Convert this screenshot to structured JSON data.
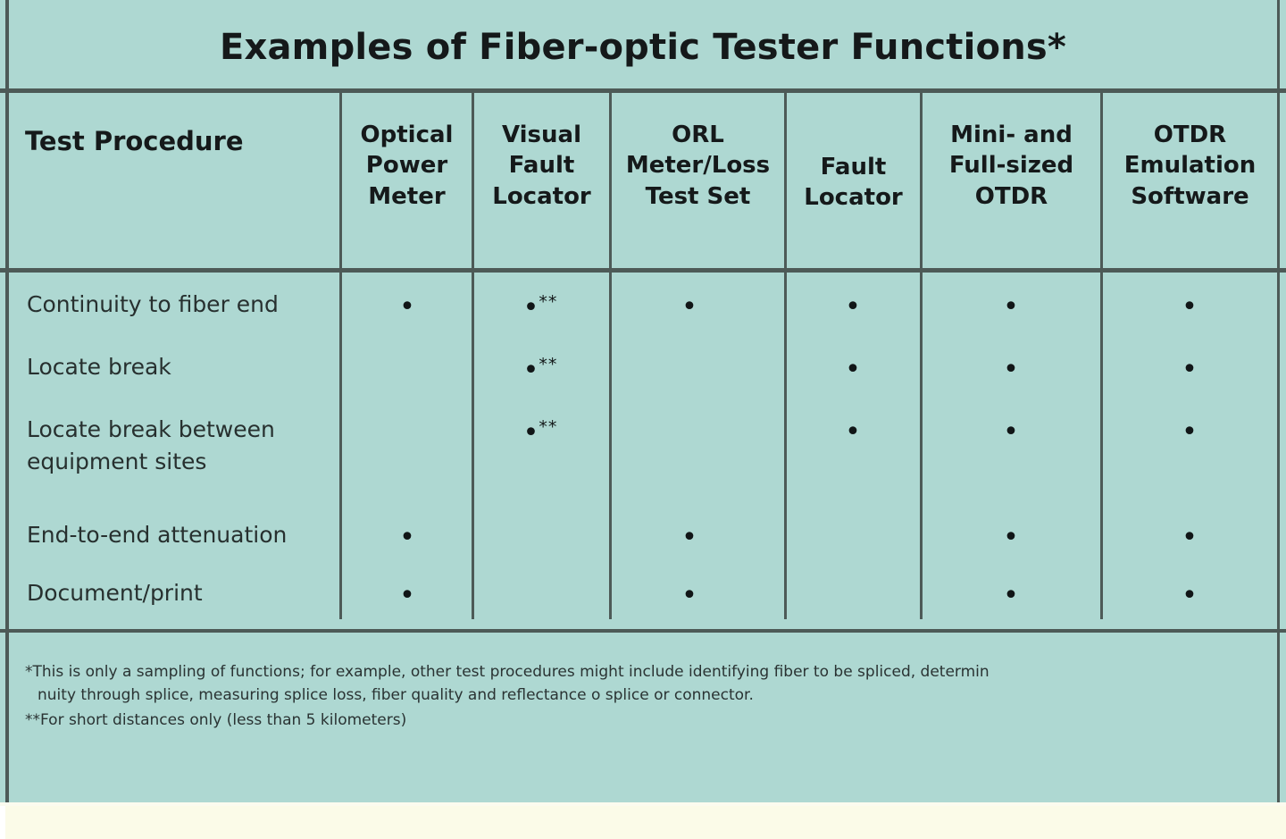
{
  "title": "Examples of Fiber-optic Tester Functions*",
  "colors": {
    "panel_background": "#aed8d2",
    "rule": "#4d5a57",
    "text": "#15191a",
    "bottom_strip": "#fbfbe8"
  },
  "table": {
    "columns": [
      {
        "id": "test-procedure",
        "label": "Test Procedure"
      },
      {
        "id": "optical-power-meter",
        "label": "Optical\nPower\nMeter"
      },
      {
        "id": "visual-fault-locator",
        "label": "Visual\nFault\nLocator"
      },
      {
        "id": "orl-meter-loss-test-set",
        "label": "ORL\nMeter/Loss\nTest Set"
      },
      {
        "id": "fault-locator",
        "label": "Fault\nLocator"
      },
      {
        "id": "mini-and-full-sized-otdr",
        "label": "Mini- and\nFull-sized\nOTDR"
      },
      {
        "id": "otdr-emulation-software",
        "label": "OTDR\nEmulation\nSoftware"
      }
    ],
    "rows": [
      {
        "label": "Continuity to fiber end",
        "cells": [
          "•",
          "•**",
          "•",
          "•",
          "•",
          "•"
        ]
      },
      {
        "label": "Locate break",
        "cells": [
          "",
          "•**",
          "",
          "•",
          "•",
          "•"
        ]
      },
      {
        "label": "Locate break between equipment sites",
        "cells": [
          "",
          "•**",
          "",
          "•",
          "•",
          "•"
        ]
      },
      {
        "label": "End-to-end attenuation",
        "cells": [
          "•",
          "",
          "•",
          "",
          "•",
          "•"
        ]
      },
      {
        "label": "Document/print",
        "cells": [
          "•",
          "",
          "•",
          "",
          "•",
          "•"
        ]
      }
    ]
  },
  "footnotes": {
    "line1": "*This is only a sampling of functions; for example, other test procedures might include identifying fiber to be spliced, determin",
    "line2": "nuity through splice, measuring splice loss, fiber quality and reflectance o splice or connector.",
    "line3": "**For short distances only (less than 5 kilometers)"
  }
}
